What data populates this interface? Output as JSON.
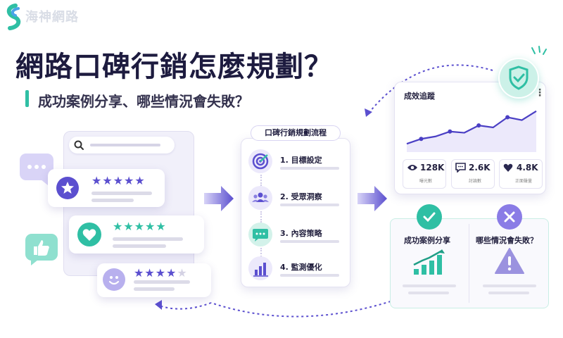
{
  "brand": {
    "name": "海神網路"
  },
  "headline": {
    "title": "網路口碑行銷怎麼規劃？",
    "subtitle": "成功案例分享、哪些情況會失敗？"
  },
  "reviews": [
    {
      "badge_icon": "star-icon",
      "rating": 5
    },
    {
      "badge_icon": "heart-icon",
      "rating": 5
    },
    {
      "badge_icon": "smile-icon",
      "rating": 4
    }
  ],
  "process": {
    "title": "口碑行銷規劃流程",
    "steps": [
      {
        "label": "1. 目標設定",
        "icon": "target-icon"
      },
      {
        "label": "2. 受眾洞察",
        "icon": "audience-icon"
      },
      {
        "label": "3. 內容策略",
        "icon": "chat-icon"
      },
      {
        "label": "4. 監測優化",
        "icon": "bar-chart-icon"
      }
    ]
  },
  "tracking": {
    "title": "成效追蹤",
    "trend": [
      0.1,
      0.22,
      0.28,
      0.4,
      0.37,
      0.55,
      0.5,
      0.75,
      0.68,
      0.9
    ],
    "stats": [
      {
        "icon": "eye-icon",
        "value": "128K",
        "label": "曝光數"
      },
      {
        "icon": "comment-icon",
        "value": "2.6K",
        "label": "討論數"
      },
      {
        "icon": "heart-icon",
        "value": "4.8K",
        "label": "正面聲量"
      }
    ]
  },
  "compare": {
    "success_label": "成功案例分享",
    "failure_label": "哪些情況會失敗？"
  },
  "colors": {
    "purple": "#5b4fcf",
    "light_purple": "#ece9fb",
    "teal": "#2fbfa4",
    "navy": "#1d1b3f"
  }
}
